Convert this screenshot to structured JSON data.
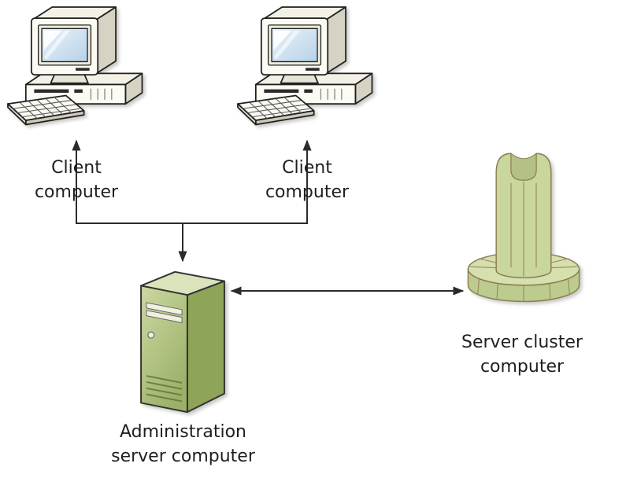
{
  "diagram": {
    "type": "network-topology",
    "nodes": [
      {
        "id": "client-1",
        "icon": "desktop-computer-icon",
        "label": "Client computer"
      },
      {
        "id": "client-2",
        "icon": "desktop-computer-icon",
        "label": "Client computer"
      },
      {
        "id": "admin-server",
        "icon": "server-tower-icon",
        "label": "Administration server computer"
      },
      {
        "id": "server-cluster",
        "icon": "server-cluster-icon",
        "label": "Server cluster computer"
      }
    ],
    "edges": [
      {
        "from": "admin-server",
        "to": "client-1",
        "arrow": "to"
      },
      {
        "from": "admin-server",
        "to": "client-2",
        "arrow": "to"
      },
      {
        "from": "client-junction",
        "to": "admin-server",
        "arrow": "to"
      },
      {
        "from": "admin-server",
        "to": "server-cluster",
        "arrow": "both"
      }
    ]
  },
  "labels": {
    "client1": {
      "line1": "Client",
      "line2": "computer"
    },
    "client2": {
      "line1": "Client",
      "line2": "computer"
    },
    "admin": {
      "line1": "Administration",
      "line2": "server computer"
    },
    "cluster": {
      "line1": "Server cluster",
      "line2": "computer"
    }
  },
  "colors": {
    "background": "#ffffff",
    "connector_line": "#2b2b2b",
    "text": "#1f1f1f",
    "computer_body": "#fbfaf3",
    "computer_side": "#d6d2c4",
    "screen_blue": "#cfe3f2",
    "tower_front_green": "#a9bd77",
    "tower_side_green": "#8ea457",
    "tower_top_green": "#dbe3bd",
    "cluster_green": "#c9d69c",
    "cluster_outline_tan": "#8a7a50"
  }
}
